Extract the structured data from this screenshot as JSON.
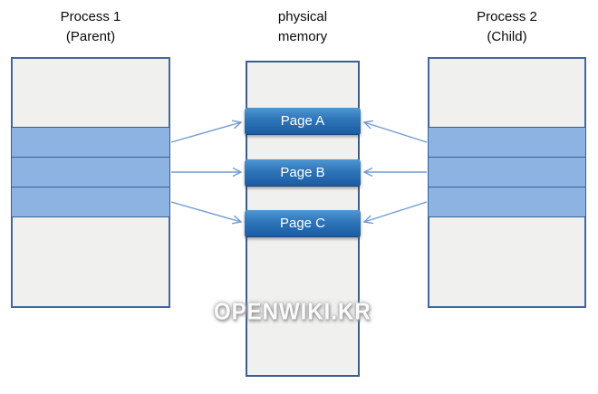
{
  "diagram": {
    "columns": {
      "parent": {
        "title_line1": "Process 1",
        "title_line2": "(Parent)"
      },
      "memory": {
        "title_line1": "physical",
        "title_line2": "memory"
      },
      "child": {
        "title_line1": "Process 2",
        "title_line2": "(Child)"
      }
    },
    "pages": [
      {
        "label": "Page A"
      },
      {
        "label": "Page B"
      },
      {
        "label": "Page C"
      }
    ],
    "watermark": "OPENWIKI.KR",
    "colors": {
      "process_rect_fill": "#f0f0ef",
      "process_rect_border": "#44679a",
      "band_fill": "#8db3e2",
      "band_border": "#365f91",
      "page_gradient_top": "#4f96d4",
      "page_gradient_bottom": "#1c5ca4",
      "page_text": "#ffffff",
      "arrow": "#6f9bd2",
      "title_text": "#0a0a0a",
      "watermark_text": "#fbfbfb"
    }
  }
}
